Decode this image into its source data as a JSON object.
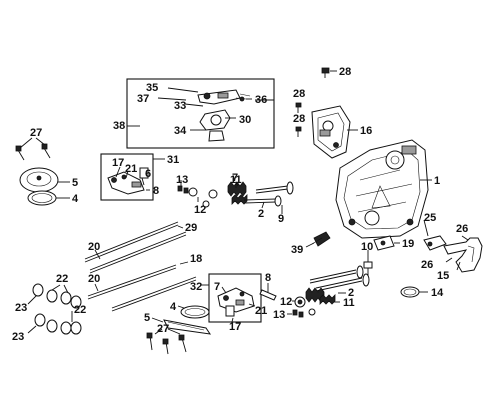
{
  "callouts": {
    "c1": "1",
    "c2a": "2",
    "c2b": "2",
    "c4a": "4",
    "c4b": "4",
    "c5a": "5",
    "c5b": "5",
    "c6": "6",
    "c7a": "7",
    "c7b": "7",
    "c8a": "8",
    "c8b": "8",
    "c9": "9",
    "c10": "10",
    "c11a": "11",
    "c11b": "11",
    "c12a": "12",
    "c12b": "12",
    "c13a": "13",
    "c13b": "13",
    "c14": "14",
    "c15": "15",
    "c16": "16",
    "c17a": "17",
    "c17b": "17",
    "c18": "18",
    "c19": "19",
    "c20a": "20",
    "c20b": "20",
    "c21a": "21",
    "c21b": "21",
    "c22a": "22",
    "c22b": "22",
    "c23a": "23",
    "c23b": "23",
    "c25": "25",
    "c26a": "26",
    "c26b": "26",
    "c27a": "27",
    "c27b": "27",
    "c28a": "28",
    "c28b": "28",
    "c28c": "28",
    "c29": "29",
    "c30": "30",
    "c31": "31",
    "c32": "32",
    "c33": "33",
    "c34": "34",
    "c35": "35",
    "c36": "36",
    "c37": "37",
    "c38": "38",
    "c39": "39"
  }
}
